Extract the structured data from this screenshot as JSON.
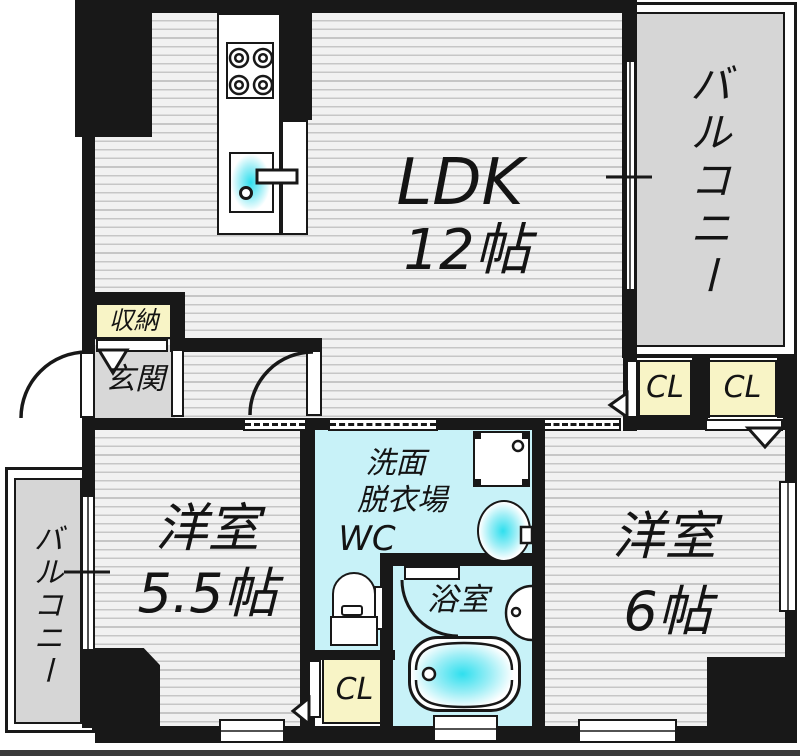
{
  "rooms": {
    "ldk": {
      "name": "LDK",
      "size": "12帖"
    },
    "bedroom_small": {
      "name": "洋室",
      "size": "5.5帖"
    },
    "bedroom_large": {
      "name": "洋室",
      "size": "6帖"
    },
    "balcony_top": {
      "label": "バルコニー"
    },
    "balcony_left": {
      "label": "バルコニー"
    },
    "entrance": {
      "label": "玄関"
    },
    "storage": {
      "label": "収納"
    },
    "washroom": {
      "line1": "洗面",
      "line2": "脱衣場",
      "line3": "WC"
    },
    "bathroom": {
      "label": "浴室"
    },
    "closet_top_left": {
      "label": "CL"
    },
    "closet_top_right": {
      "label": "CL"
    },
    "closet_bottom": {
      "label": "CL"
    }
  },
  "colors": {
    "wall": "#181818",
    "floor_stripe_bg": "#f1f1f1",
    "floor_stripe_line": "#c6c6c6",
    "balcony_gray": "#d6d6d6",
    "closet_yellow": "#f8f4c6",
    "wet_area_cyan": "#c8f2f8",
    "fixture_cyan": "#2fdfee"
  }
}
